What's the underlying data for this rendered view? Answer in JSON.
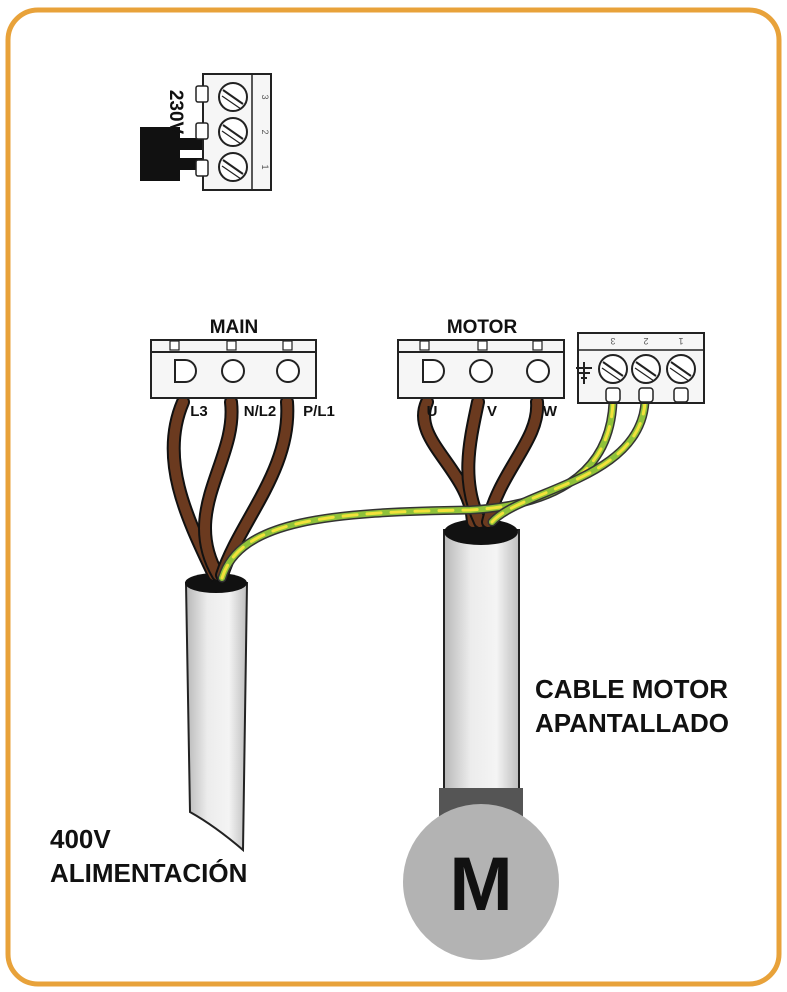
{
  "frame": {
    "border_color": "#e8a23a"
  },
  "voltage_selector": {
    "label": "230V",
    "pins": [
      "3",
      "2",
      "1"
    ]
  },
  "main_block": {
    "title": "MAIN",
    "terminals": [
      "L3",
      "N/L2",
      "P/L1"
    ]
  },
  "motor_block": {
    "title": "MOTOR",
    "terminals": [
      "U",
      "V",
      "W"
    ]
  },
  "earth_block": {
    "pins": [
      "3",
      "2",
      "1"
    ],
    "icon": "ground-icon"
  },
  "supply_cable": {
    "label_line1": "400V",
    "label_line2": "ALIMENTACIÓN"
  },
  "motor_cable": {
    "label_line1": "CABLE MOTOR",
    "label_line2": "APANTALLADO"
  },
  "motor": {
    "label": "M"
  },
  "colors": {
    "brown_wire": "#6b3a1f",
    "earth_wire_green": "#8fc23a",
    "earth_wire_yellow": "#f2e23a",
    "cable_sheath": "#dddddd",
    "motor_body": "#b3b3b3"
  }
}
